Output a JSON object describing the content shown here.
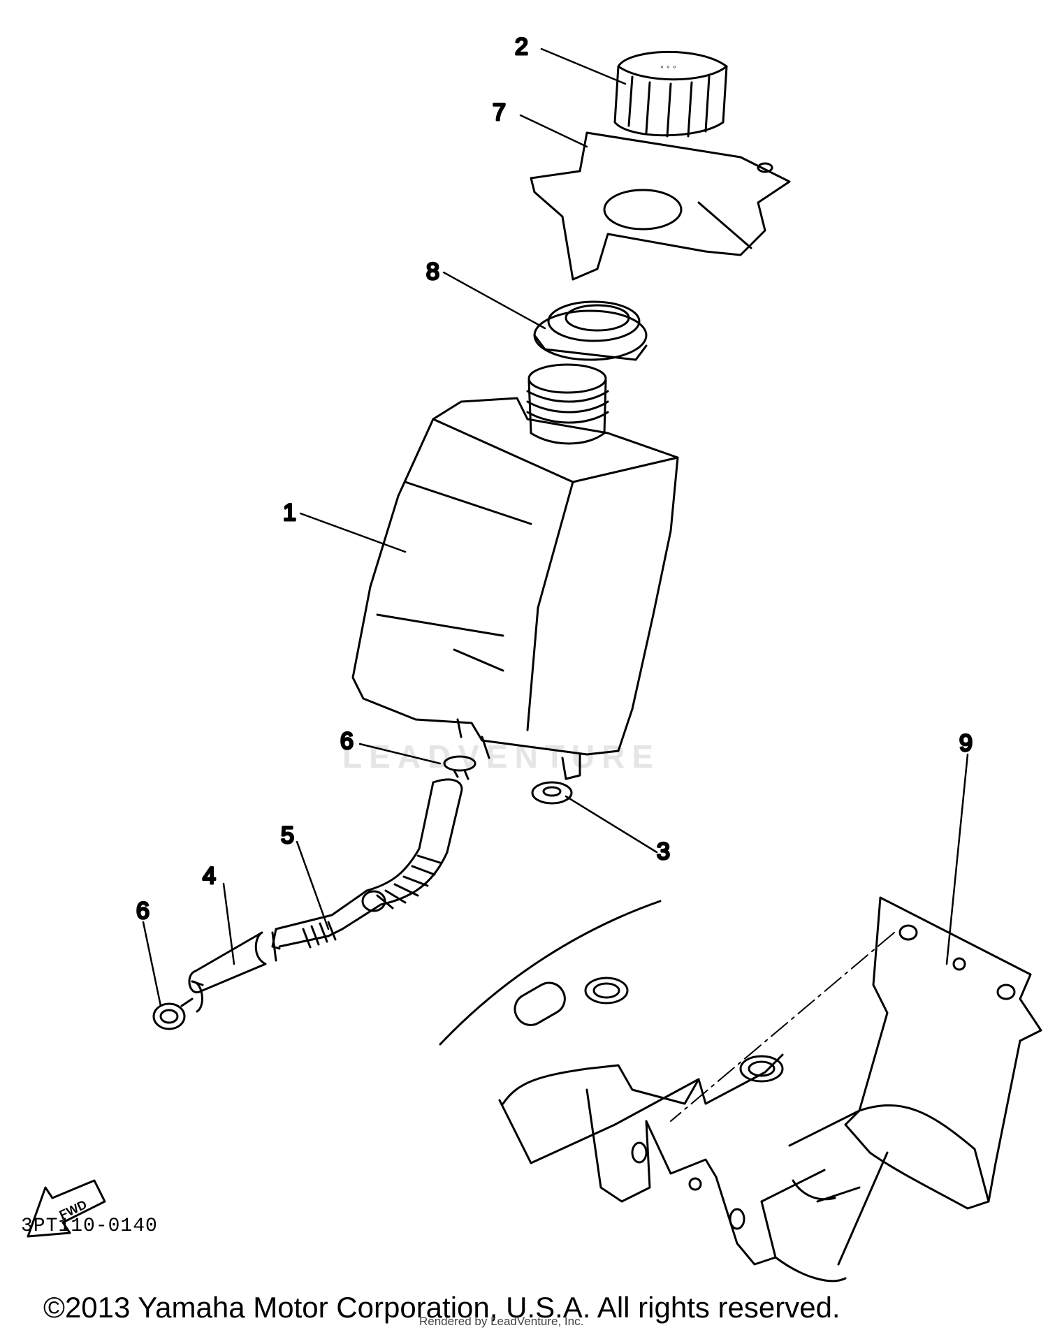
{
  "callouts": [
    {
      "id": "1",
      "label": "1"
    },
    {
      "id": "2",
      "label": "2"
    },
    {
      "id": "3",
      "label": "3"
    },
    {
      "id": "4",
      "label": "4"
    },
    {
      "id": "5",
      "label": "5"
    },
    {
      "id": "6a",
      "label": "6"
    },
    {
      "id": "6b",
      "label": "6"
    },
    {
      "id": "7",
      "label": "7"
    },
    {
      "id": "8",
      "label": "8"
    },
    {
      "id": "9",
      "label": "9"
    }
  ],
  "direction_arrow": {
    "label": "FWD"
  },
  "diagram_code": "3PT110-0140",
  "watermark": "LEADVENTURE",
  "copyright": "©2013 Yamaha Motor Corporation, U.S.A. All rights reserved.",
  "rendered_by": "Rendered by LeadVenture, Inc.",
  "colors": {
    "line": "#000000",
    "background": "#ffffff",
    "watermark": "#e5e5e5"
  }
}
